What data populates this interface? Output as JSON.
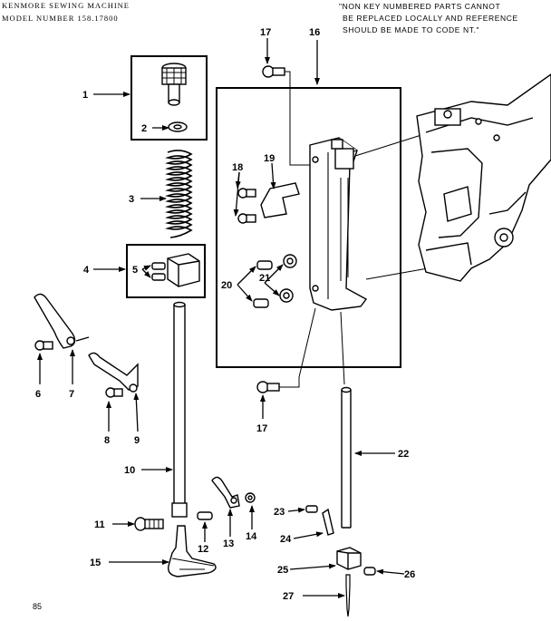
{
  "header": {
    "line1": "KENMORE SEWING MACHINE",
    "line2": "MODEL NUMBER 158.17800"
  },
  "note": {
    "line1": "\"NON KEY NUMBERED PARTS CANNOT",
    "line2": "BE REPLACED LOCALLY AND REFERENCE",
    "line3": "SHOULD BE MADE TO CODE NT.\""
  },
  "page_number": "85",
  "callouts": {
    "c1": "1",
    "c2": "2",
    "c3": "3",
    "c4": "4",
    "c5": "5",
    "c6": "6",
    "c7": "7",
    "c8": "8",
    "c9": "9",
    "c10": "10",
    "c11": "11",
    "c12": "12",
    "c13": "13",
    "c14": "14",
    "c15": "15",
    "c16": "16",
    "c17a": "17",
    "c17b": "17",
    "c18": "18",
    "c19": "19",
    "c20": "20",
    "c21": "21",
    "c22": "22",
    "c23": "23",
    "c24": "24",
    "c25": "25",
    "c26": "26",
    "c27": "27"
  }
}
